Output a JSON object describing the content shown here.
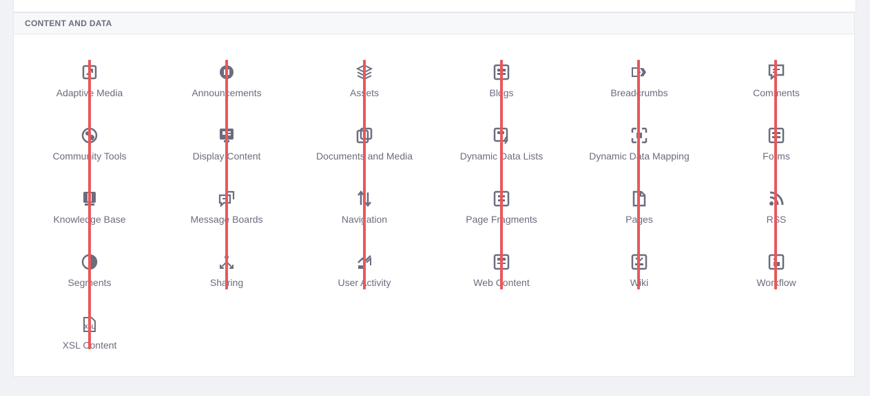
{
  "section": {
    "title": "CONTENT AND DATA"
  },
  "colors": {
    "guide": "#e8585b",
    "icon": "#6b6c7e",
    "text": "#6b6c7e"
  },
  "apps": [
    {
      "label": "Adaptive Media",
      "icon": "adaptive-media-icon"
    },
    {
      "label": "Announcements",
      "icon": "announcements-icon"
    },
    {
      "label": "Assets",
      "icon": "assets-icon"
    },
    {
      "label": "Blogs",
      "icon": "blogs-icon"
    },
    {
      "label": "Breadcrumbs",
      "icon": "breadcrumbs-icon"
    },
    {
      "label": "Comments",
      "icon": "comments-icon"
    },
    {
      "label": "Community Tools",
      "icon": "community-tools-icon"
    },
    {
      "label": "Display Content",
      "icon": "display-content-icon"
    },
    {
      "label": "Documents and Media",
      "icon": "documents-and-media-icon"
    },
    {
      "label": "Dynamic Data Lists",
      "icon": "dynamic-data-lists-icon"
    },
    {
      "label": "Dynamic Data Mapping",
      "icon": "dynamic-data-mapping-icon"
    },
    {
      "label": "Forms",
      "icon": "forms-icon"
    },
    {
      "label": "Knowledge Base",
      "icon": "knowledge-base-icon"
    },
    {
      "label": "Message Boards",
      "icon": "message-boards-icon"
    },
    {
      "label": "Navigation",
      "icon": "navigation-icon"
    },
    {
      "label": "Page Fragments",
      "icon": "page-fragments-icon"
    },
    {
      "label": "Pages",
      "icon": "pages-icon"
    },
    {
      "label": "RSS",
      "icon": "rss-icon"
    },
    {
      "label": "Segments",
      "icon": "segments-icon"
    },
    {
      "label": "Sharing",
      "icon": "sharing-icon"
    },
    {
      "label": "User Activity",
      "icon": "user-activity-icon"
    },
    {
      "label": "Web Content",
      "icon": "web-content-icon"
    },
    {
      "label": "Wiki",
      "icon": "wiki-icon"
    },
    {
      "label": "Workflow",
      "icon": "workflow-icon"
    },
    {
      "label": "XSL Content",
      "icon": "xsl-content-icon"
    }
  ]
}
